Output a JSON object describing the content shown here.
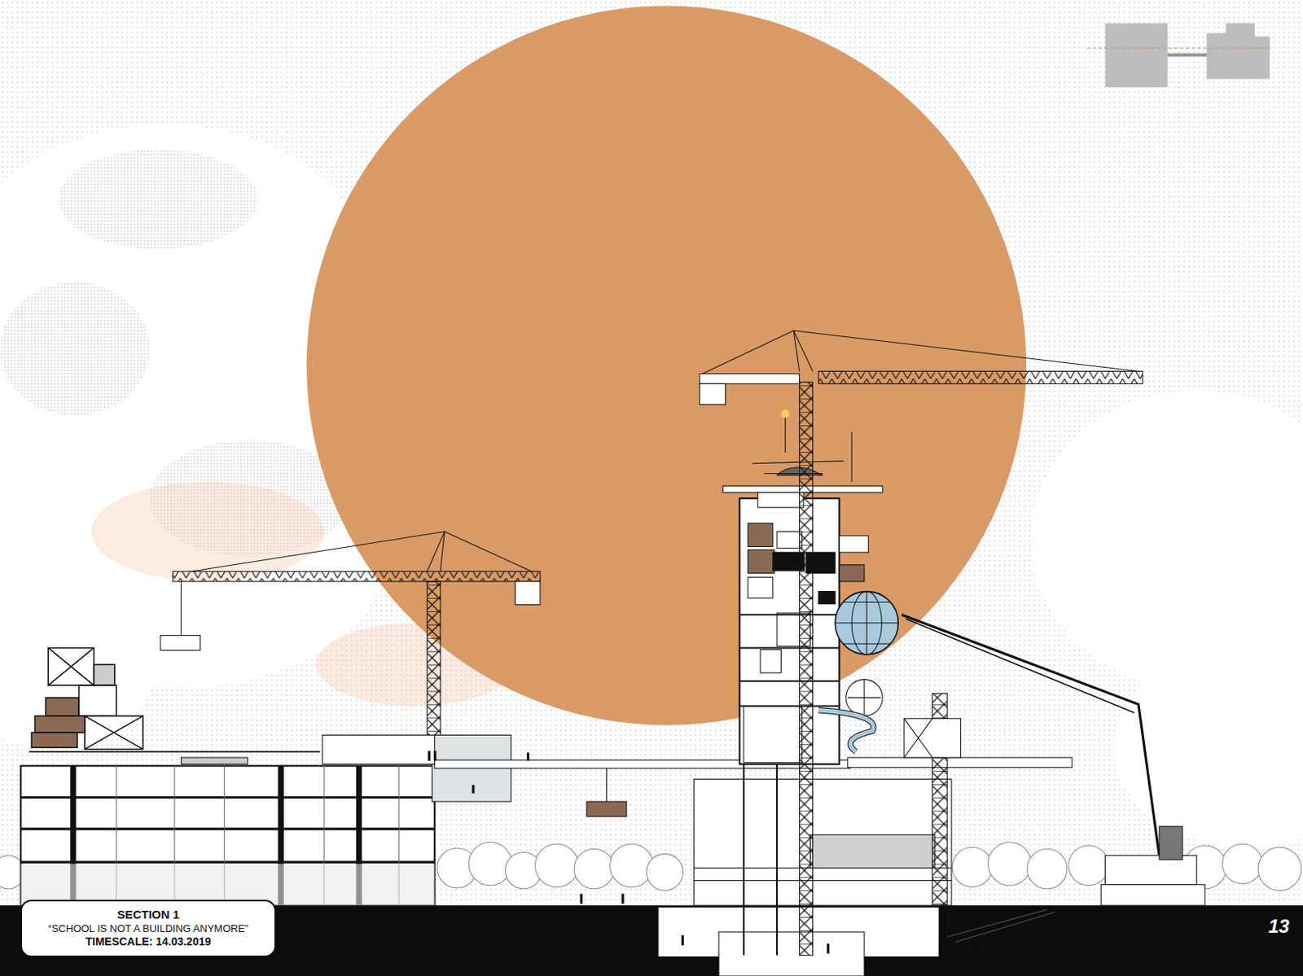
{
  "diagram": {
    "nodes": [
      {
        "text": [
          "SECTION 1",
          "“SCHOOL IS NOT A BUILDING ANYMORE”",
          "TIMESCALE: 14.03.2019"
        ]
      }
    ],
    "labels": [
      "13"
    ]
  }
}
